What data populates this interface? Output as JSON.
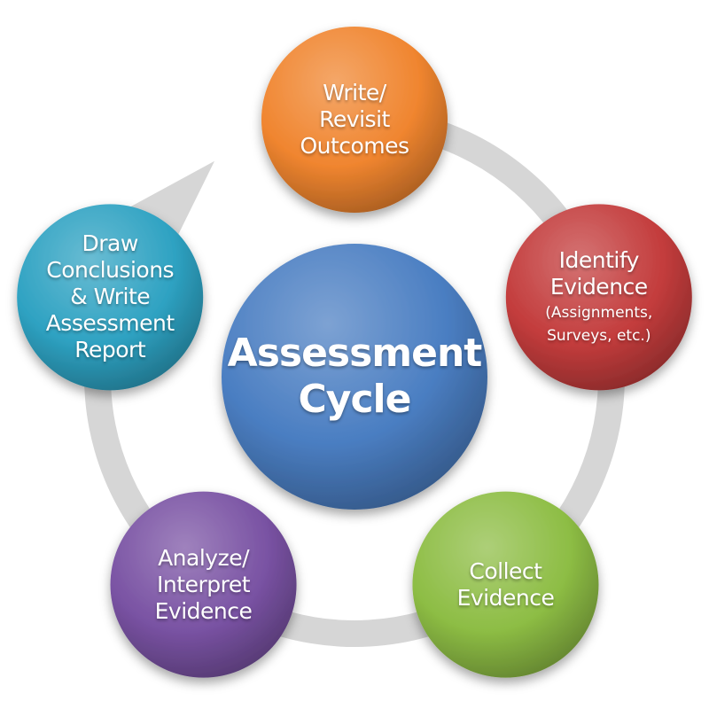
{
  "center": {
    "lines": [
      "Assessment",
      "Cycle"
    ],
    "color": "#4a7ec2"
  },
  "cycle_color": "#d6d6d6",
  "steps": [
    {
      "id": "write-revisit-outcomes",
      "lines": [
        "Write/",
        "Revisit",
        "Outcomes"
      ],
      "sublines": [],
      "color": "#f0852f"
    },
    {
      "id": "identify-evidence",
      "lines": [
        "Identify",
        "Evidence"
      ],
      "sublines": [
        "(Assignments,",
        "Surveys, etc.)"
      ],
      "color": "#c33c3c"
    },
    {
      "id": "collect-evidence",
      "lines": [
        "Collect",
        "Evidence"
      ],
      "sublines": [],
      "color": "#8dbd44"
    },
    {
      "id": "analyze-interpret-evidence",
      "lines": [
        "Analyze/",
        "Interpret",
        "Evidence"
      ],
      "sublines": [],
      "color": "#7952a3"
    },
    {
      "id": "draw-conclusions-report",
      "lines": [
        "Draw",
        "Conclusions",
        "& Write",
        "Assessment",
        "Report"
      ],
      "sublines": [],
      "color": "#2ea2c2"
    }
  ]
}
